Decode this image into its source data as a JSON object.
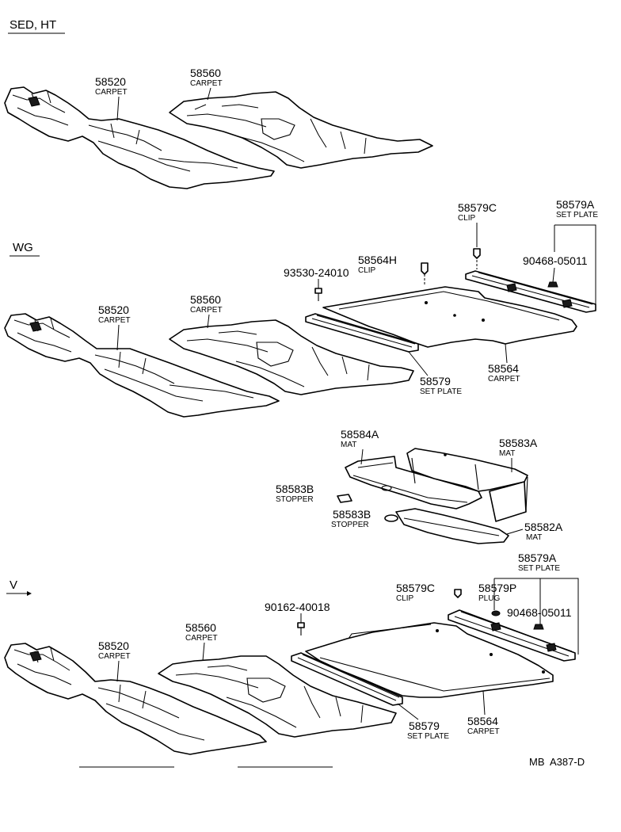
{
  "sections": {
    "sed_ht": "SED, HT",
    "wg": "WG",
    "v": "V"
  },
  "callouts": {
    "s1_58520": {
      "num": "58520",
      "name": "CARPET"
    },
    "s1_58560": {
      "num": "58560",
      "name": "CARPET"
    },
    "s2_58520": {
      "num": "58520",
      "name": "CARPET"
    },
    "s2_58560": {
      "num": "58560",
      "name": "CARPET"
    },
    "s2_93530": {
      "num": "93530-24010",
      "name": ""
    },
    "s2_58564H": {
      "num": "58564H",
      "name": "CLIP"
    },
    "s2_58579C": {
      "num": "58579C",
      "name": "CLIP"
    },
    "s2_58579A": {
      "num": "58579A",
      "name": "SET PLATE"
    },
    "s2_90468": {
      "num": "90468-05011",
      "name": ""
    },
    "s2_58579": {
      "num": "58579",
      "name": "SET PLATE"
    },
    "s2_58564": {
      "num": "58564",
      "name": "CARPET"
    },
    "s3_58584A": {
      "num": "58584A",
      "name": "MAT"
    },
    "s3_58583A": {
      "num": "58583A",
      "name": "MAT"
    },
    "s3_58583B_1": {
      "num": "58583B",
      "name": "STOPPER"
    },
    "s3_58583B_2": {
      "num": "58583B",
      "name": "STOPPER"
    },
    "s3_58582A": {
      "num": "58582A",
      "name": "MAT"
    },
    "s4_58579A": {
      "num": "58579A",
      "name": "SET PLATE"
    },
    "s4_58579C": {
      "num": "58579C",
      "name": "CLIP"
    },
    "s4_58579P": {
      "num": "58579P",
      "name": "PLUG"
    },
    "s4_90162": {
      "num": "90162-40018",
      "name": ""
    },
    "s4_90468": {
      "num": "90468-05011",
      "name": ""
    },
    "s4_58560": {
      "num": "58560",
      "name": "CARPET"
    },
    "s4_58520": {
      "num": "58520",
      "name": "CARPET"
    },
    "s4_58579": {
      "num": "58579",
      "name": "SET PLATE"
    },
    "s4_58564": {
      "num": "58564",
      "name": "CARPET"
    }
  },
  "reference_code": "MB  A387-D"
}
